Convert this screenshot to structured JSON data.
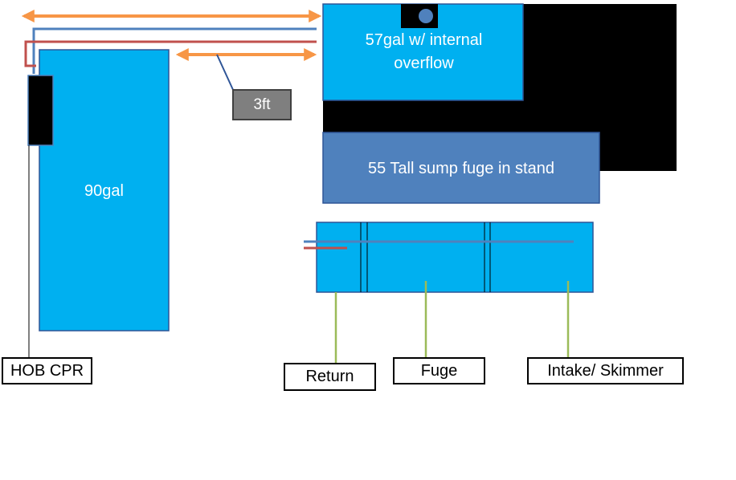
{
  "tanks": {
    "main_display": {
      "label": "90gal",
      "color": "#00b0f0"
    },
    "upper_tank": {
      "label": "57gal w/ internal overflow",
      "color": "#00b0f0"
    },
    "sump": {
      "label": "55 Tall sump fuge in stand",
      "color": "#4f81bd"
    },
    "sump_section_color": "#00b0f0",
    "stand_color": "#000000"
  },
  "dimension_label": "3ft",
  "callouts": {
    "hob": "HOB CPR",
    "return": "Return",
    "fuge": "Fuge",
    "intake": "Intake/ Skimmer"
  },
  "colors": {
    "arrow": "#f79646",
    "blue_line": "#4f81bd",
    "red_line": "#c0504d",
    "leader": "#9bbb59",
    "overflow_dot": "#4f81bd"
  }
}
